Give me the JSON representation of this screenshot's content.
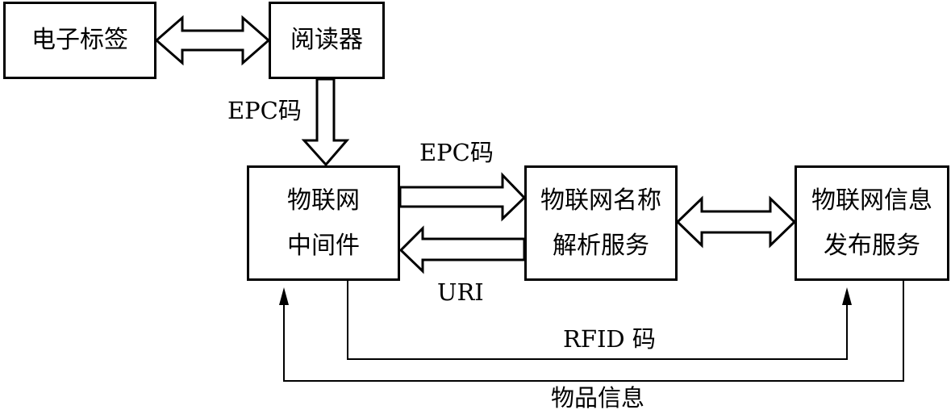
{
  "diagram": {
    "nodes": {
      "tag": {
        "lines": [
          "电子标签"
        ]
      },
      "reader": {
        "lines": [
          "阅读器"
        ]
      },
      "middleware": {
        "lines": [
          "物联网",
          "中间件"
        ]
      },
      "ons": {
        "lines": [
          "物联网名称",
          "解析服务"
        ]
      },
      "epcis": {
        "lines": [
          "物联网信息",
          "发布服务"
        ]
      }
    },
    "edges": {
      "reader_to_middleware": "EPC码",
      "middleware_to_ons": "EPC码",
      "ons_to_middleware": "URI",
      "middleware_to_epcis": "RFID 码",
      "epcis_to_middleware": "物品信息"
    }
  }
}
